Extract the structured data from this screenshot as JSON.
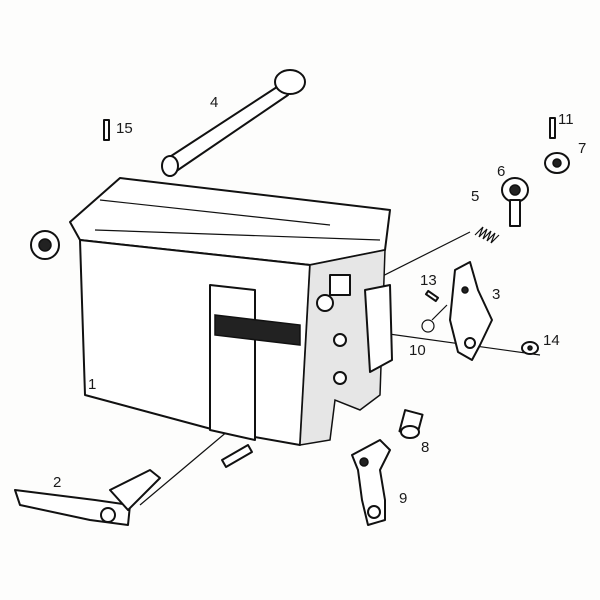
{
  "diagram": {
    "type": "exploded parts diagram",
    "part_labels": [
      "1",
      "2",
      "3",
      "4",
      "5",
      "6",
      "7",
      "8",
      "9",
      "10",
      "11",
      "13",
      "14",
      "15"
    ]
  }
}
